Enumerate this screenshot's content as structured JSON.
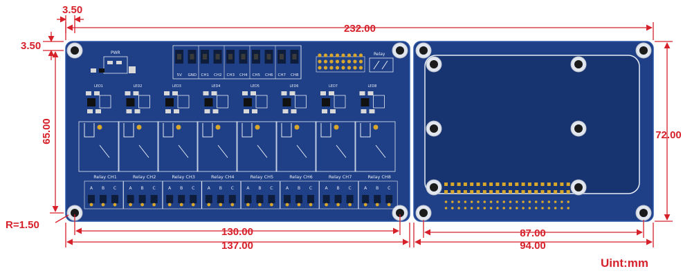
{
  "dimensions": {
    "top_offset": "3.50",
    "left_offset": "3.50",
    "overall_width": "232.00",
    "left_height": "65.00",
    "right_height": "72.00",
    "radius": "R=1.50",
    "left_hole_spacing": "130.00",
    "left_width": "137.00",
    "right_hole_spacing": "87.00",
    "right_width": "94.00"
  },
  "unit_note": "Uint:mm",
  "board": {
    "relay_channels": [
      "Relay CH1",
      "Relay CH2",
      "Relay CH3",
      "Relay CH4",
      "Relay CH5",
      "Relay CH6",
      "Relay CH7",
      "Relay CH8"
    ],
    "terminal_pins": [
      "A",
      "B",
      "C"
    ],
    "screw_labels": [
      "5V",
      "GND",
      "CH1",
      "CH2",
      "CH3",
      "CH4",
      "CH5",
      "CH6",
      "CH7",
      "CH8"
    ],
    "led_labels": [
      "LED1",
      "LED2",
      "LED3",
      "LED4",
      "LED5",
      "LED6",
      "LED7",
      "LED8"
    ],
    "pwr_label": "PWR",
    "relay_label": "Relay"
  },
  "colors": {
    "dimension": "#d6202a",
    "board": "#1f3f86",
    "board_dark": "#173370",
    "silkscreen": "#e9eef7",
    "pad_gold": "#d9a72c"
  }
}
